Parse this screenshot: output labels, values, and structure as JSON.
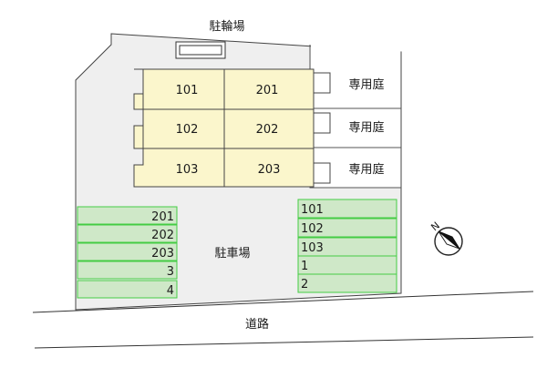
{
  "labels": {
    "bicycle_parking": "駐輪場",
    "parking_lot": "駐車場",
    "road": "道路",
    "private_garden": "専用庭"
  },
  "units": [
    [
      "101",
      "201"
    ],
    [
      "102",
      "202"
    ],
    [
      "103",
      "203"
    ]
  ],
  "gardens": [
    "専用庭",
    "専用庭",
    "専用庭"
  ],
  "parking_left": [
    "201",
    "202",
    "203",
    "3",
    "4"
  ],
  "parking_right": [
    "101",
    "102",
    "103",
    "1",
    "2"
  ],
  "compass": {
    "north_label": "N",
    "icon": "north-arrow-icon"
  },
  "colors": {
    "lot_fill": "#efefef",
    "building_fill": "#fbf6cc",
    "parking_fill": "#cfe8c8",
    "parking_stroke": "#44cc44",
    "outline": "#444444"
  }
}
